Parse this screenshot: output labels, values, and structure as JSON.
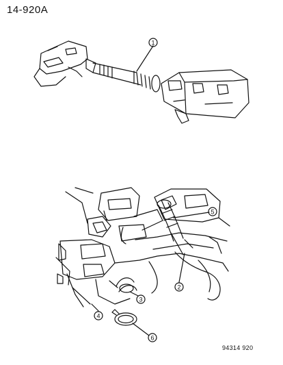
{
  "diagram": {
    "page_code": "14-920A",
    "reference_code": "94314 920",
    "callouts": {
      "c1": "1",
      "c2": "2",
      "c3": "3",
      "c4": "4",
      "c5": "5",
      "c6": "6"
    }
  }
}
